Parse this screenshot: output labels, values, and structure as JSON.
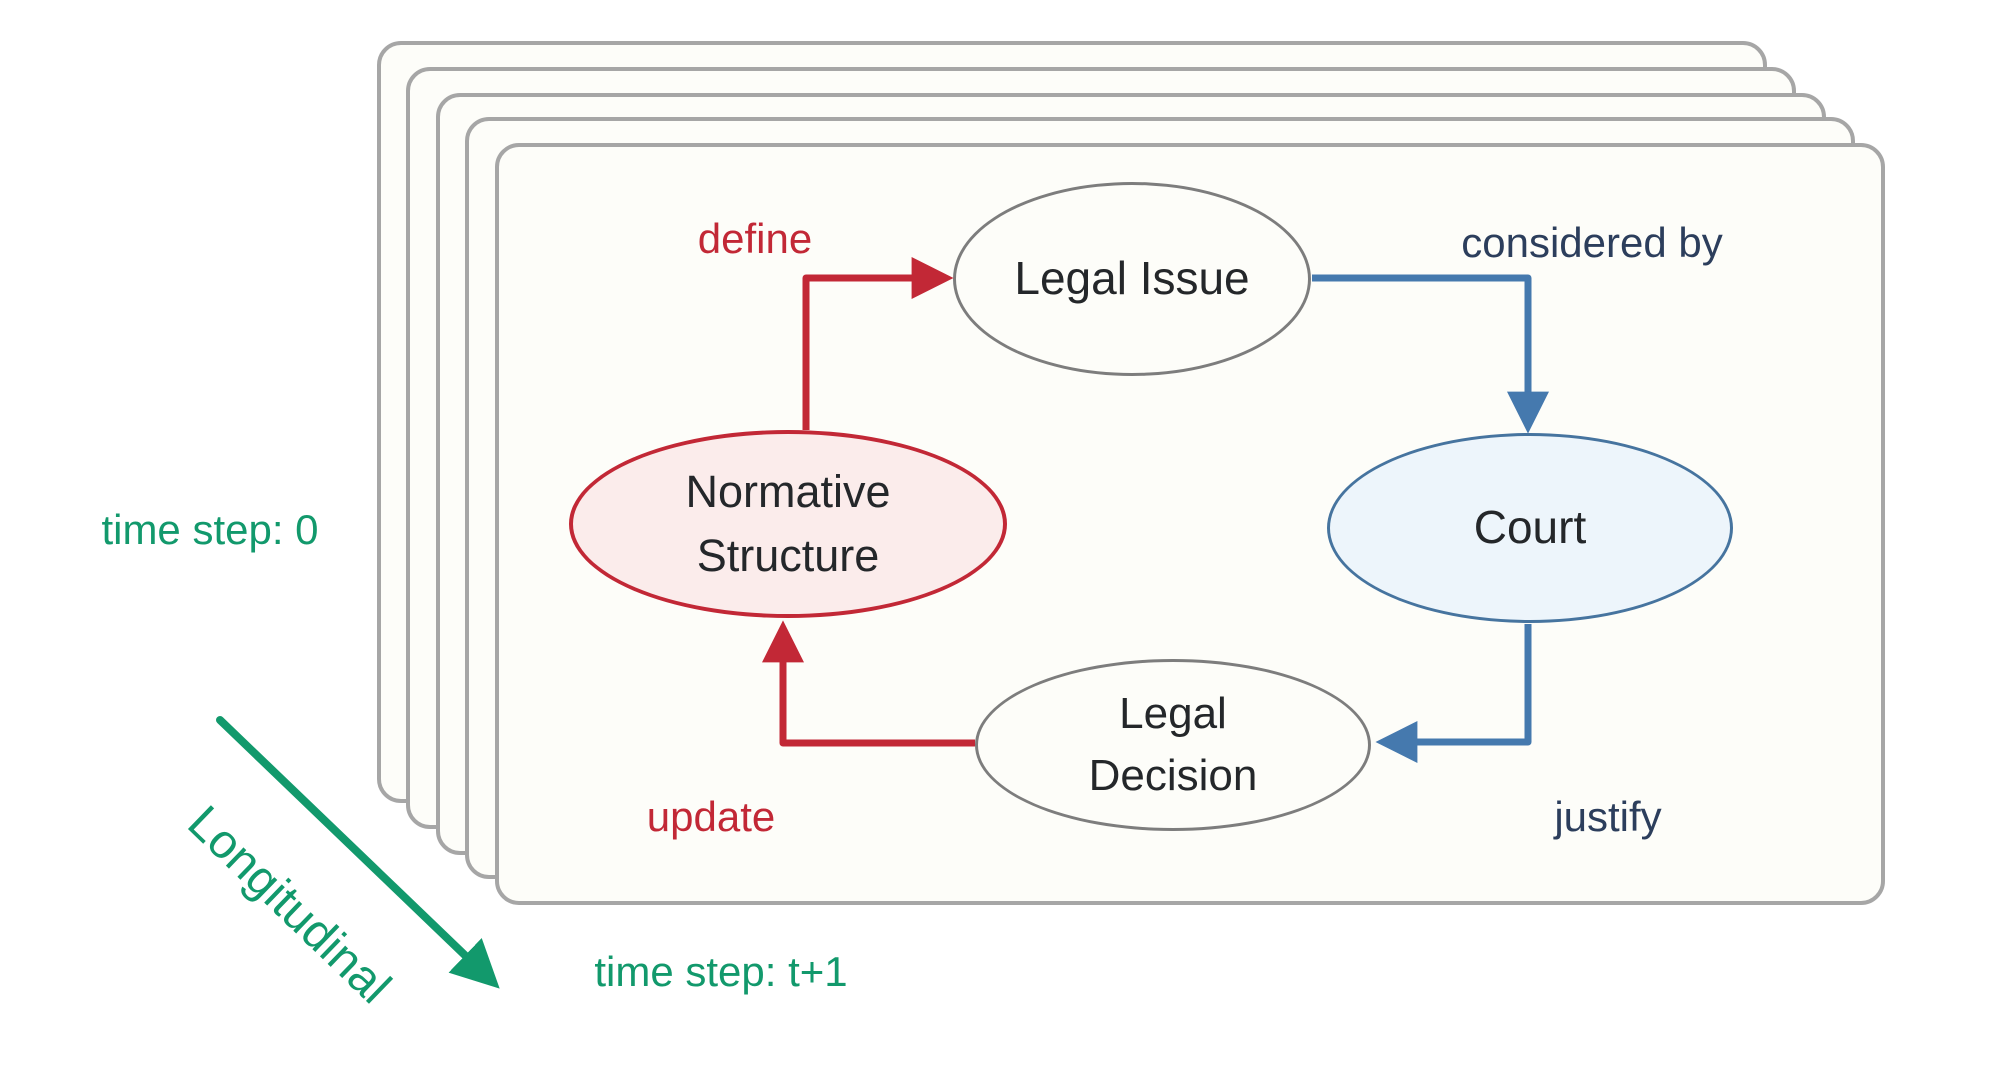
{
  "diagram": {
    "cycle": {
      "nodes": {
        "legal_issue": {
          "label": "Legal Issue"
        },
        "court": {
          "label": "Court"
        },
        "legal_decision": {
          "label": "Legal Decision"
        },
        "normative_structure": {
          "label": "Normative Structure"
        }
      },
      "edges": {
        "define": {
          "label": "define",
          "from": "Normative Structure",
          "to": "Legal Issue"
        },
        "considered_by": {
          "label": "considered by",
          "from": "Legal Issue",
          "to": "Court"
        },
        "justify": {
          "label": "justify",
          "from": "Court",
          "to": "Legal Decision"
        },
        "update": {
          "label": "update",
          "from": "Legal Decision",
          "to": "Normative Structure"
        }
      }
    },
    "timeline": {
      "axis_label": "Longitudinal",
      "back_panel_label": "time step: 0",
      "front_panel_label": "time step: t+1",
      "panel_count": 5
    },
    "colors": {
      "red_accent": "#c22836",
      "red_node_fill": "#fbeceb",
      "blue_arrow": "#4579ae",
      "blue_node_border": "#46749f",
      "blue_node_fill": "#edf5fb",
      "edge_label_navy": "#2c3e5c",
      "green_accent": "#12996c",
      "node_border_gray": "#7d7d7d",
      "panel_border_gray": "#a6a6a6",
      "node_text": "#24272a"
    }
  }
}
